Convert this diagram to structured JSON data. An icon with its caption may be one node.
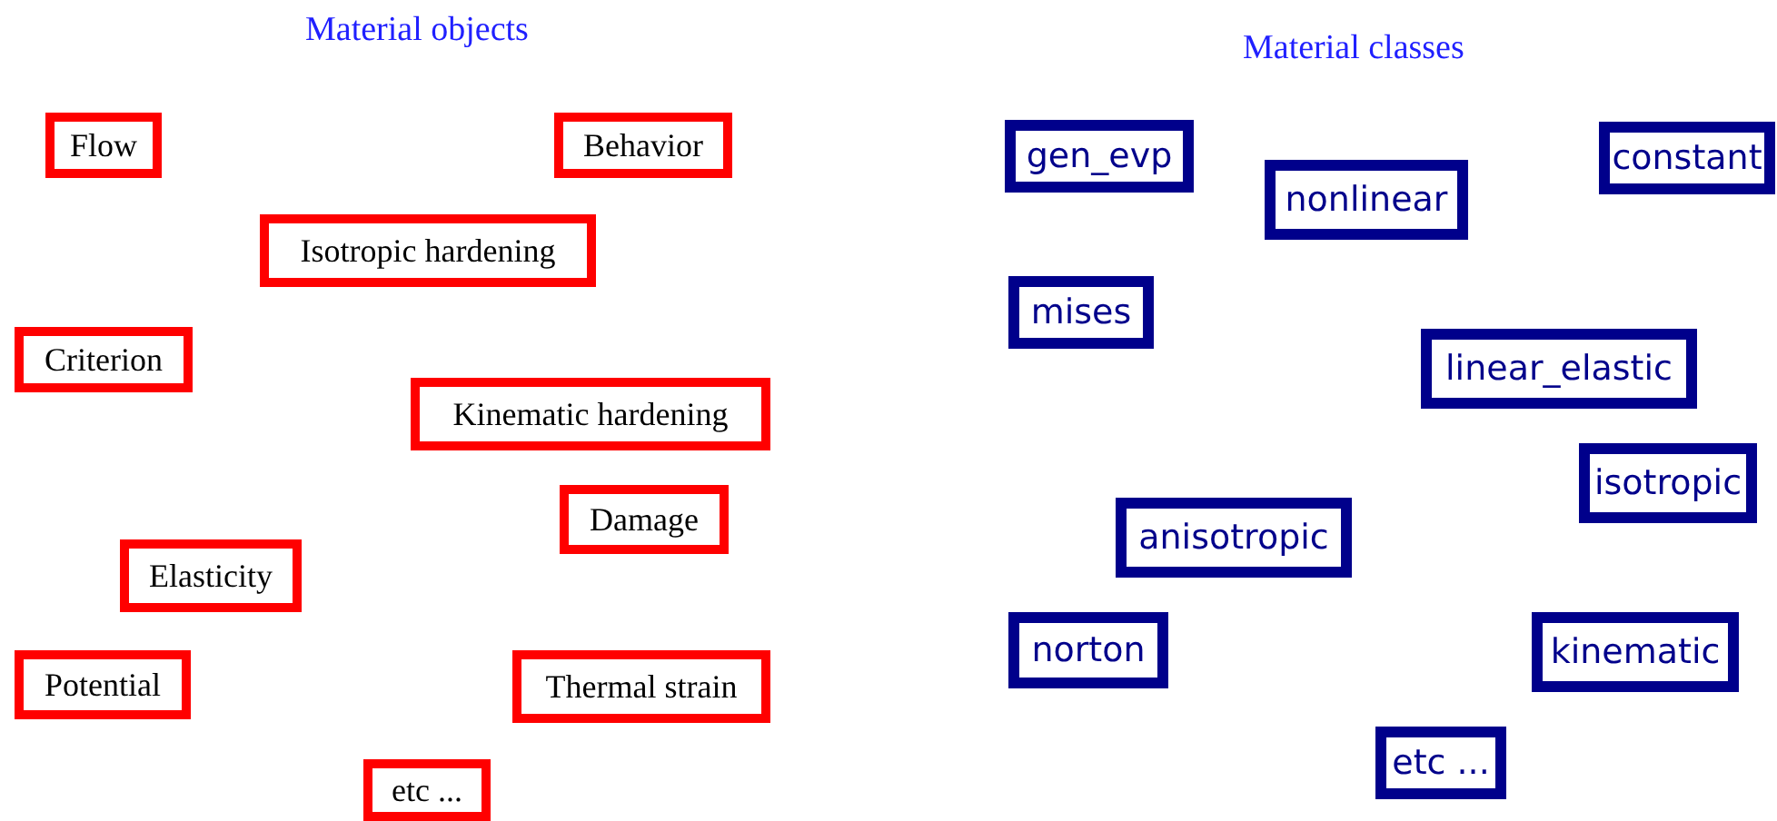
{
  "diagram": {
    "nodes": [
      {
        "text": [
          "Flow"
        ]
      },
      {
        "text": [
          "Behavior"
        ]
      },
      {
        "text": [
          "Isotropic hardening"
        ]
      },
      {
        "text": [
          "Criterion"
        ]
      },
      {
        "text": [
          "Kinematic hardening"
        ]
      },
      {
        "text": [
          "Damage"
        ]
      },
      {
        "text": [
          "Elasticity"
        ]
      },
      {
        "text": [
          "Potential"
        ]
      },
      {
        "text": [
          "Thermal strain"
        ]
      },
      {
        "text": [
          "etc ..."
        ]
      },
      {
        "text": [
          "gen_evp"
        ]
      },
      {
        "text": [
          "nonlinear"
        ]
      },
      {
        "text": [
          "constant"
        ]
      },
      {
        "text": [
          "mises"
        ]
      },
      {
        "text": [
          "linear_elastic"
        ]
      },
      {
        "text": [
          "isotropic"
        ]
      },
      {
        "text": [
          "anisotropic"
        ]
      },
      {
        "text": [
          "norton"
        ]
      },
      {
        "text": [
          "kinematic"
        ]
      },
      {
        "text": [
          "etc ..."
        ]
      }
    ],
    "labels": [
      "Material objects",
      "Material classes"
    ]
  }
}
